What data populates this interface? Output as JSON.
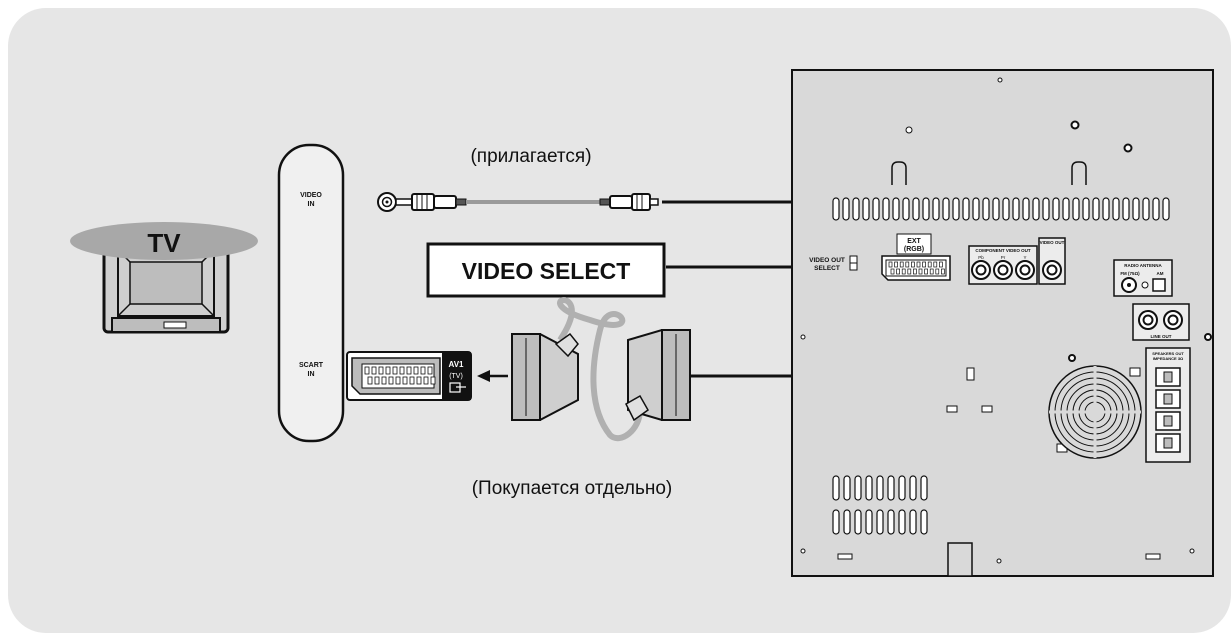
{
  "tv": {
    "label": "TV"
  },
  "tv_panel": {
    "video_in": [
      "VIDEO",
      "IN"
    ],
    "scart_in": [
      "SCART",
      "IN"
    ]
  },
  "scart_socket": {
    "label": [
      "AV1",
      "(TV)"
    ]
  },
  "cables": {
    "included": "(прилагается)",
    "sold_separately": "(Покупается отдельно)"
  },
  "video_select": {
    "label": "VIDEO SELECT"
  },
  "unit_panel": {
    "video_out_select": [
      "VIDEO OUT",
      "SELECT"
    ],
    "ext": [
      "EXT",
      "(RGB)"
    ],
    "component_video_out": "COMPONENT VIDEO OUT",
    "component_jacks": [
      "Pb",
      "Pr",
      "Y"
    ],
    "video_out": "VIDEO OUT",
    "radio_antenna": "RADIO ANTENNA",
    "fm": "FM (75Ω)",
    "am": "AM",
    "line_out": "LINE OUT",
    "speakers_out": [
      "SPEAKERS OUT",
      "IMPEDANCE 3Ω"
    ]
  },
  "colors": {
    "background": "#e6e6e6",
    "panel": "#d9d9d9",
    "tv_oval": "#a8a8a8",
    "line": "#111111"
  }
}
